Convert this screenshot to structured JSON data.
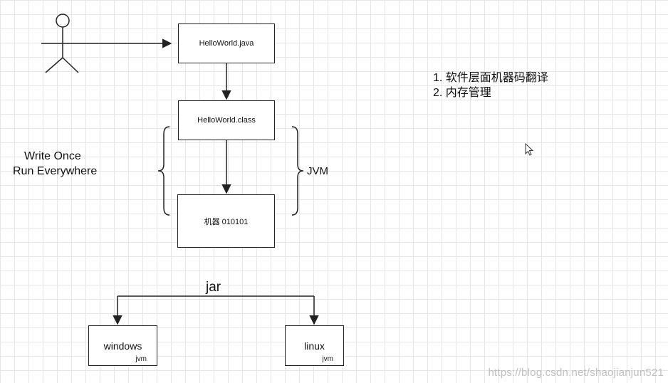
{
  "boxes": {
    "source": "HelloWorld.java",
    "bytecode": "HelloWorld.class",
    "machine": "机器 010101"
  },
  "labels": {
    "slogan_line1": "Write Once",
    "slogan_line2": "Run Everywhere",
    "jvm": "JVM",
    "jar": "jar"
  },
  "notes": [
    "1. 软件层面机器码翻译",
    "2. 内存管理"
  ],
  "environments": [
    {
      "name": "windows",
      "sub": "jvm"
    },
    {
      "name": "linux",
      "sub": "jvm"
    }
  ],
  "watermark": "https://blog.csdn.net/shaojianjun521",
  "icons": {
    "actor": "stick-figure-icon",
    "cursor": "mouse-pointer-icon"
  },
  "colors": {
    "line": "#222222",
    "grid": "#e6e6e6",
    "watermark": "#aaaaaa"
  }
}
